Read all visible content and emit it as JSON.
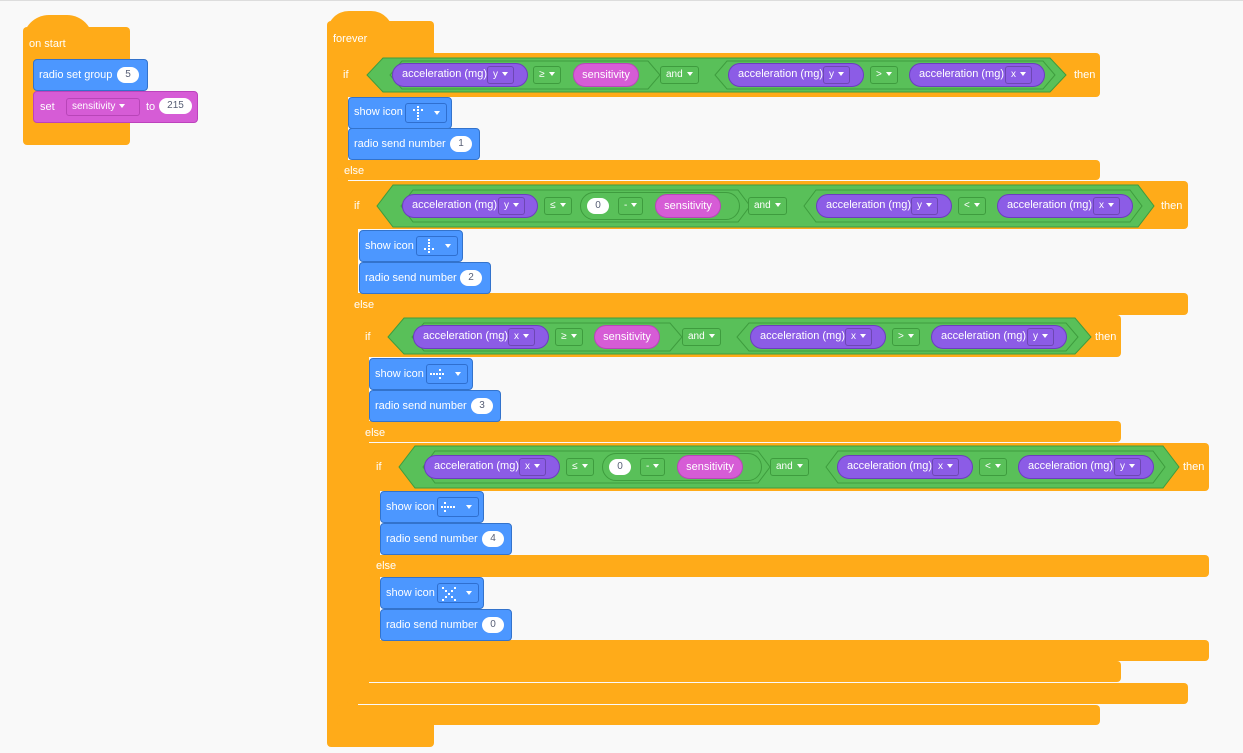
{
  "colors": {
    "events": "#ffab19",
    "loops": "#ffab19",
    "radio": "#4c97ff",
    "variables": "#d65cd6",
    "input": "#8c5ce6",
    "logic": "#59c059",
    "basic": "#4c97ff"
  },
  "on_start": {
    "hat_label": "on start",
    "radio_set_group_label": "radio set group",
    "radio_group_value": "5",
    "set_label": "set",
    "variable": "sensitivity",
    "to_label": "to",
    "set_value": "215"
  },
  "forever": {
    "label": "forever"
  },
  "common": {
    "if": "if",
    "then": "then",
    "else": "else",
    "and": "and",
    "show_icon": "show icon",
    "radio_send_number": "radio send number",
    "acceleration": "acceleration (mg)",
    "sensitivity": "sensitivity",
    "minus": "-"
  },
  "branches": [
    {
      "cond_left": {
        "axis": "y",
        "op": "≥",
        "rhs": "sensitivity"
      },
      "cond_right": {
        "axis_a": "y",
        "op": ">",
        "axis_b": "x"
      },
      "icon": "arrow-north-icon",
      "number": "1"
    },
    {
      "cond_left": {
        "axis": "y",
        "op": "≤",
        "zero": "0",
        "rhs": "sensitivity"
      },
      "cond_right": {
        "axis_a": "y",
        "op": "<",
        "axis_b": "x"
      },
      "icon": "arrow-south-icon",
      "number": "2"
    },
    {
      "cond_left": {
        "axis": "x",
        "op": "≥",
        "rhs": "sensitivity"
      },
      "cond_right": {
        "axis_a": "x",
        "op": ">",
        "axis_b": "y"
      },
      "icon": "arrow-east-icon",
      "number": "3"
    },
    {
      "cond_left": {
        "axis": "x",
        "op": "≤",
        "zero": "0",
        "rhs": "sensitivity"
      },
      "cond_right": {
        "axis_a": "x",
        "op": "<",
        "axis_b": "y"
      },
      "icon": "arrow-west-icon",
      "number": "4"
    }
  ],
  "else_branch": {
    "icon": "no-icon",
    "number": "0"
  }
}
